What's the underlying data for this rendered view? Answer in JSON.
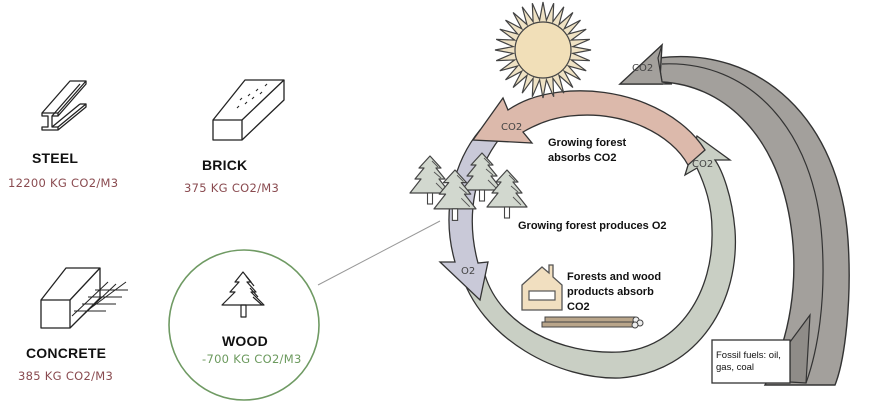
{
  "materials": [
    {
      "name": "STEEL",
      "value": "12200 KG CO2/M3",
      "icon": "steel-beam-icon"
    },
    {
      "name": "BRICK",
      "value": "375 KG CO2/M3",
      "icon": "brick-icon"
    },
    {
      "name": "CONCRETE",
      "value": "385 KG CO2/M3",
      "icon": "concrete-block-icon"
    },
    {
      "name": "WOOD",
      "value": "-700 KG CO2/M3",
      "icon": "tree-icon"
    }
  ],
  "cycle": {
    "top_arrow_label": "CO2",
    "right_inner_arrow_label": "CO2",
    "left_arrow_label": "O2",
    "fossil_arrow_label": "CO2",
    "absorbs_label": "Growing forest absorbs CO2",
    "absorbs_line1": "Growing forest",
    "absorbs_line2": "absorbs CO2",
    "produces_label": "Growing forest produces O2",
    "wood_products_line1": "Forests and wood",
    "wood_products_line2": "products absorb",
    "wood_products_line3": "CO2",
    "fossil_line1": "Fossil fuels: oil,",
    "fossil_line2": "gas, coal"
  },
  "colors": {
    "material_value": "#8a4b50",
    "wood_value": "#6c9a5e",
    "wood_circle": "#6f9a63",
    "co2_top_arrow": "#dcb9ab",
    "o2_arrow": "#c9c9d8",
    "cycle_arrow": "#c9cfc4",
    "fossil_arrow": "#a3a09c",
    "sun": "#f1dfb8",
    "house": "#f1dfc0"
  }
}
